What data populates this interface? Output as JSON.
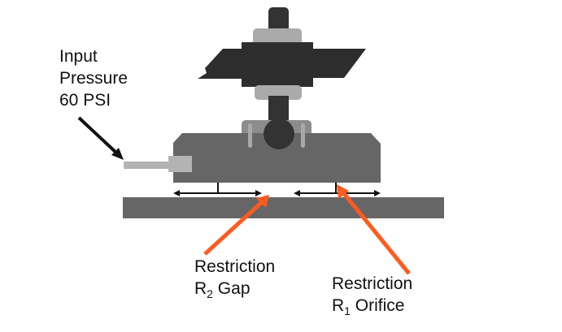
{
  "labels": {
    "input": {
      "line1": "Input",
      "line2": "Pressure",
      "line3": "60 PSI"
    },
    "gap": {
      "line1": "Restriction",
      "r": "R",
      "sub": "2",
      "rest": " Gap"
    },
    "orifice": {
      "line1": "Restriction",
      "r": "R",
      "sub": "1",
      "rest": " Orifice"
    }
  },
  "colors": {
    "dark": "#333333",
    "body": "#666666",
    "light": "#b3b3b3",
    "accent": "#ff5a1f",
    "text": "#111111"
  }
}
